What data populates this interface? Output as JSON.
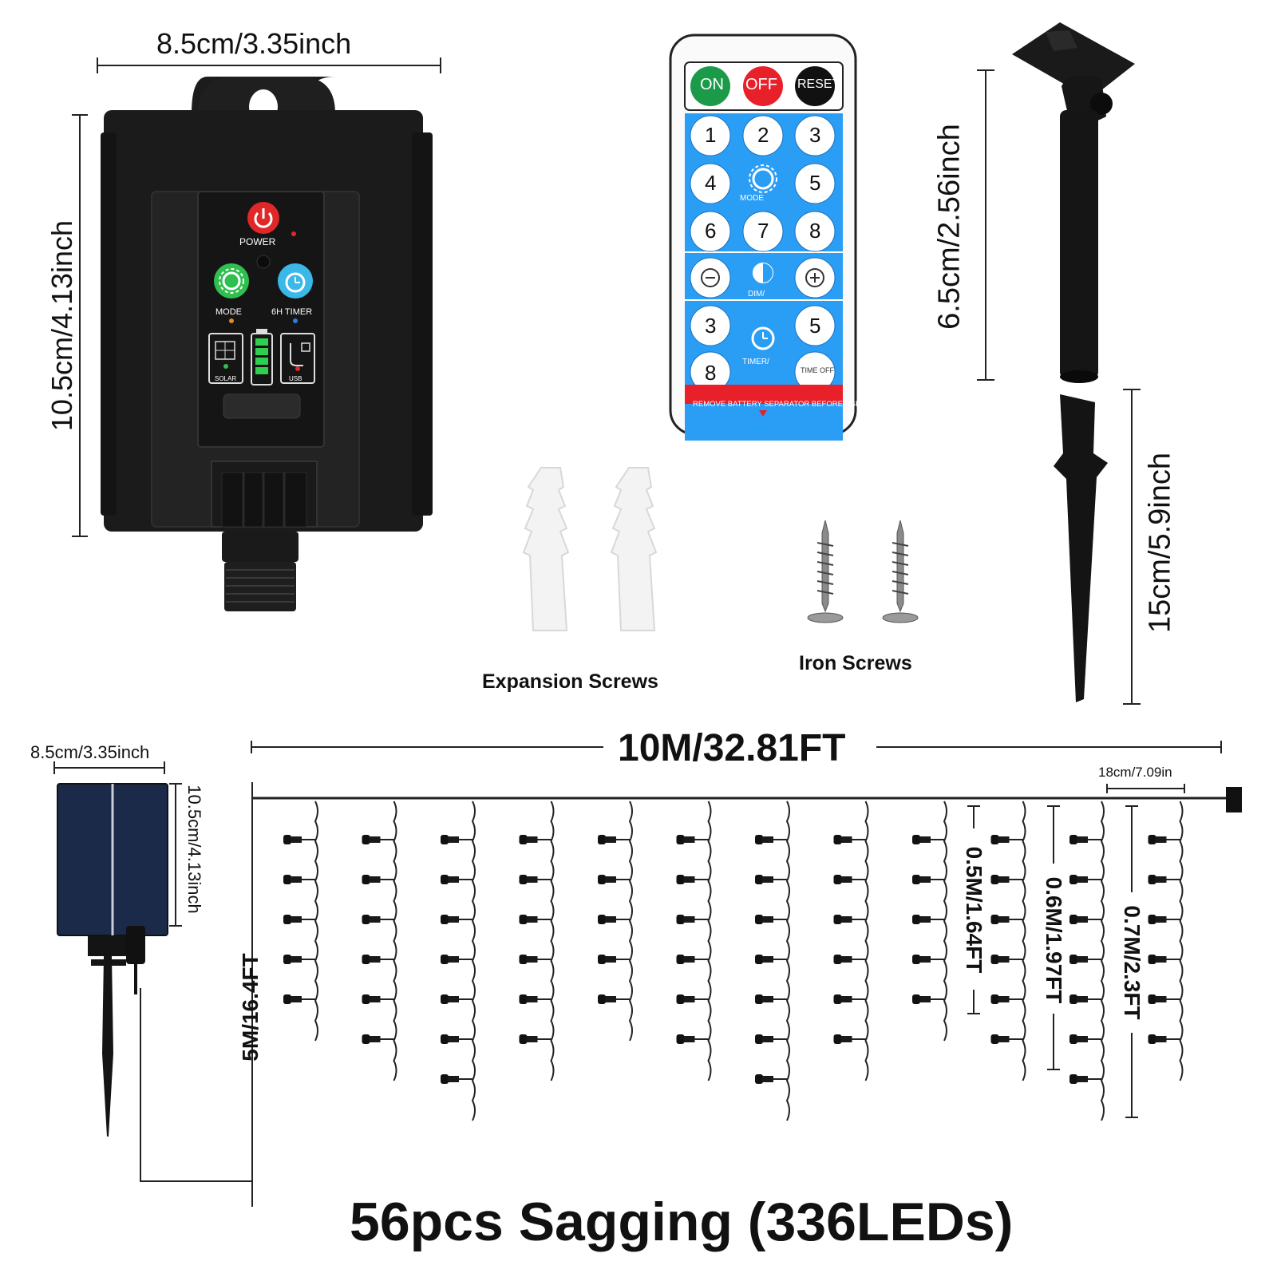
{
  "controller": {
    "width_label": "8.5cm/3.35inch",
    "height_label": "10.5cm/4.13inch",
    "power_label": "POWER",
    "mode_label": "MODE",
    "timer_label": "6H TIMER",
    "solar_label": "SOLAR",
    "usb_label": "USB"
  },
  "remote": {
    "on_label": "ON",
    "off_label": "OFF",
    "reset_label": "RESET",
    "numbers": [
      "1",
      "2",
      "3",
      "4",
      "5",
      "6",
      "7",
      "8"
    ],
    "mode_label": "MODE",
    "dim_label": "DIM/",
    "timer_numbers": [
      "3",
      "5",
      "8"
    ],
    "timer_label": "TIMER/",
    "time_off_label": "TIME OFF",
    "warning": "REMOVE BATTERY SEPARATOR BEFORE USE",
    "colors": {
      "on": "#1b9a4a",
      "off": "#e8202a",
      "reset": "#111111",
      "panel": "#2a9df4",
      "warning": "#e8202a"
    }
  },
  "stake": {
    "top_label": "6.5cm/2.56inch",
    "bottom_label": "15cm/5.9inch"
  },
  "accessories": {
    "expansion_label": "Expansion Screws",
    "iron_label": "Iron Screws"
  },
  "solar_panel": {
    "width_label": "8.5cm/3.35inch",
    "height_label": "10.5cm/4.13inch"
  },
  "string": {
    "length_label": "10M/32.81FT",
    "spacing_label": "18cm/7.09in",
    "lead_label": "5M/16.4FT",
    "drop_short": "0.5M/1.64FT",
    "drop_mid": "0.6M/1.97FT",
    "drop_long": "0.7M/2.3FT",
    "drop_pattern": [
      5,
      6,
      7,
      6,
      5,
      6,
      7,
      6,
      5,
      6,
      7,
      6
    ]
  },
  "footer": {
    "title": "56pcs Sagging (336LEDs)"
  }
}
